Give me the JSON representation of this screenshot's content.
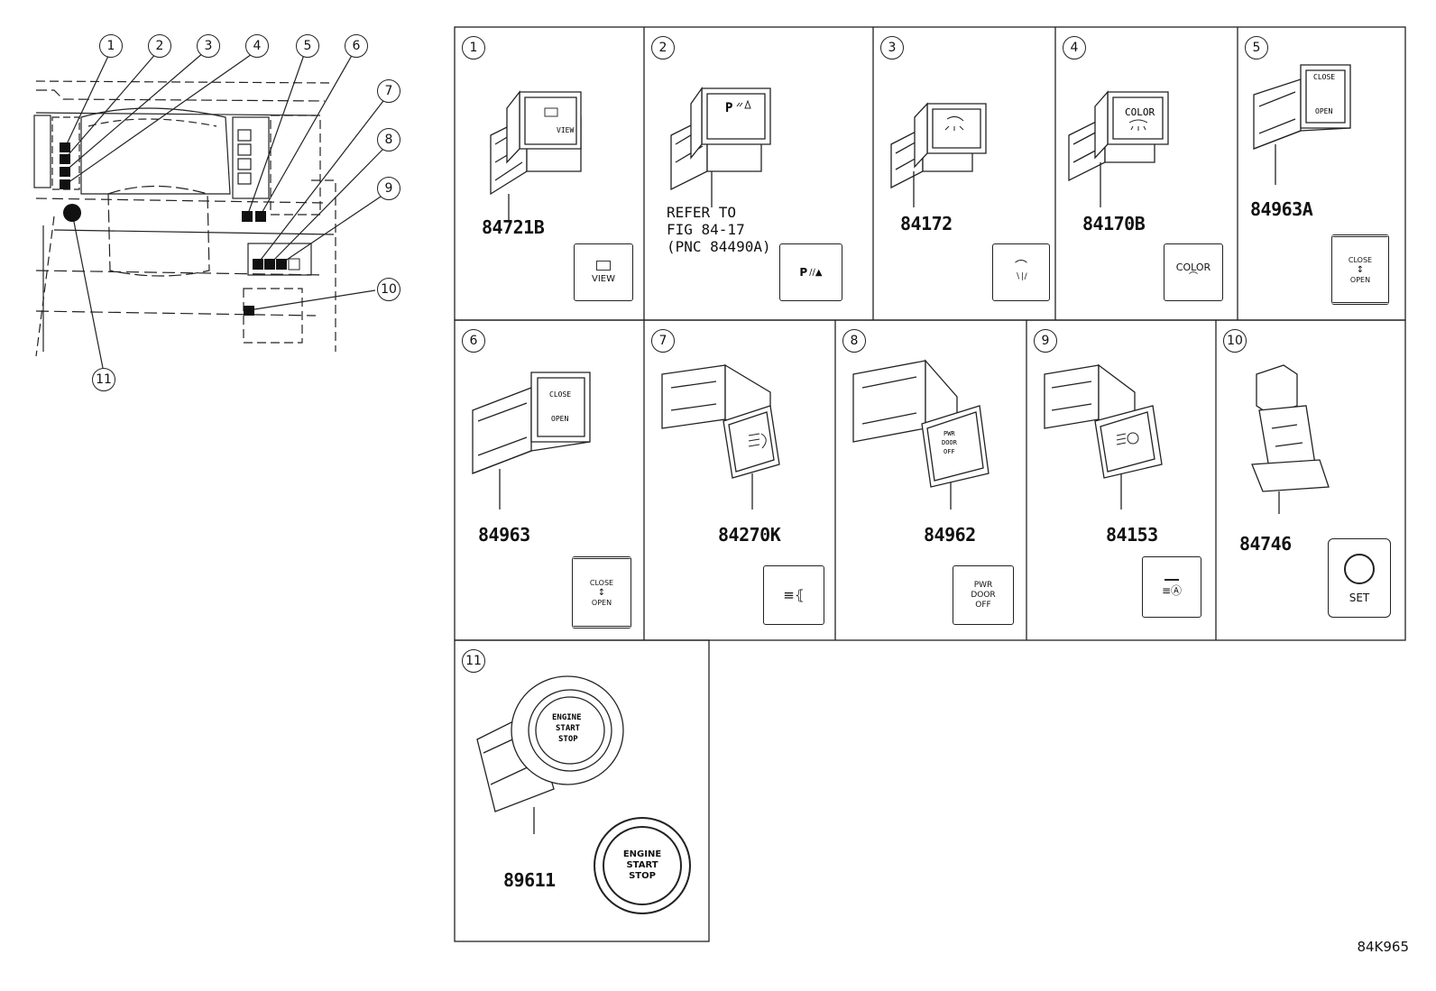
{
  "figure_code": "84K965",
  "overview": {
    "callouts": [
      "1",
      "2",
      "3",
      "4",
      "5",
      "6",
      "7",
      "8",
      "9",
      "10",
      "11"
    ]
  },
  "parts": [
    {
      "index": "1",
      "part_number": "84721B",
      "icon_label": "VIEW"
    },
    {
      "index": "2",
      "part_number": "",
      "refer": [
        "REFER TO",
        "FIG 84-17",
        "(PNC 84490A)"
      ],
      "icon_label": "P"
    },
    {
      "index": "3",
      "part_number": "84172",
      "icon_label": ""
    },
    {
      "index": "4",
      "part_number": "84170B",
      "icon_label": "COLOR"
    },
    {
      "index": "5",
      "part_number": "84963A",
      "icon_label_top": "CLOSE",
      "icon_label_bottom": "OPEN"
    },
    {
      "index": "6",
      "part_number": "84963",
      "icon_label_top": "CLOSE",
      "icon_label_bottom": "OPEN"
    },
    {
      "index": "7",
      "part_number": "84270K",
      "icon_label": ""
    },
    {
      "index": "8",
      "part_number": "84962",
      "icon_lines": [
        "PWR",
        "DOOR",
        "OFF"
      ]
    },
    {
      "index": "9",
      "part_number": "84153",
      "icon_label": ""
    },
    {
      "index": "10",
      "part_number": "84746",
      "icon_label": "SET"
    },
    {
      "index": "11",
      "part_number": "89611",
      "icon_lines": [
        "ENGINE",
        "START",
        "STOP"
      ]
    }
  ],
  "switch_face_text": {
    "p1": "VIEW",
    "p2": "P",
    "p4": "COLOR",
    "p5_top": "CLOSE",
    "p5_bottom": "OPEN",
    "p6_top": "CLOSE",
    "p6_bottom": "OPEN",
    "p8": [
      "PWR",
      "DOOR",
      "OFF"
    ],
    "p11": [
      "ENGINE",
      "START",
      "STOP"
    ]
  }
}
